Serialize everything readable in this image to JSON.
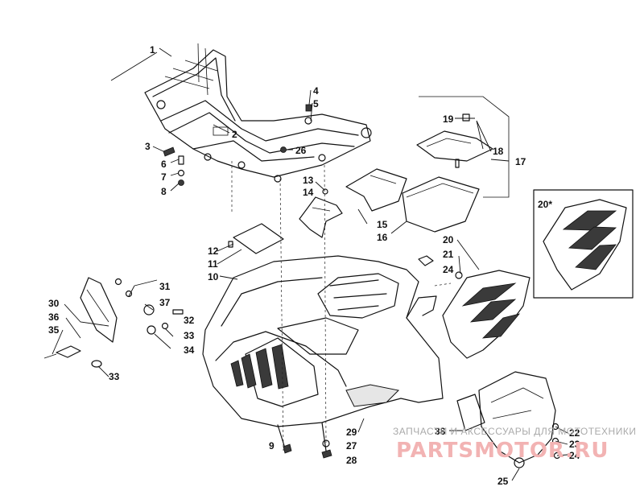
{
  "callouts": {
    "c1": "1",
    "c2": "2",
    "c3": "3",
    "c4": "4",
    "c5": "5",
    "c6": "6",
    "c7": "7",
    "c8": "8",
    "c9": "9",
    "c10": "10",
    "c11": "11",
    "c12": "12",
    "c13": "13",
    "c14": "14",
    "c15": "15",
    "c16": "16",
    "c17": "17",
    "c18": "18",
    "c19": "19",
    "c20": "20",
    "c20star": "20*",
    "c21": "21",
    "c22": "22",
    "c23": "23",
    "c24a": "24",
    "c24b": "24",
    "c25": "25",
    "c26": "26",
    "c27": "27",
    "c28": "28",
    "c29": "29",
    "c30": "30",
    "c31": "31",
    "c32": "32",
    "c33a": "33",
    "c33b": "33",
    "c34": "34",
    "c35": "35",
    "c36": "36",
    "c37": "37",
    "c38": "38"
  },
  "watermark": {
    "caption": "ЗАПЧАСТИ И АКСЕССУАРЫ ДЛЯ МОТОТЕХНИКИ",
    "brand": "PARTSMOTOR.RU"
  },
  "colors": {
    "line": "#111111",
    "watermark_text": "#aaaaaa",
    "watermark_brand": "#f2b3b3"
  }
}
